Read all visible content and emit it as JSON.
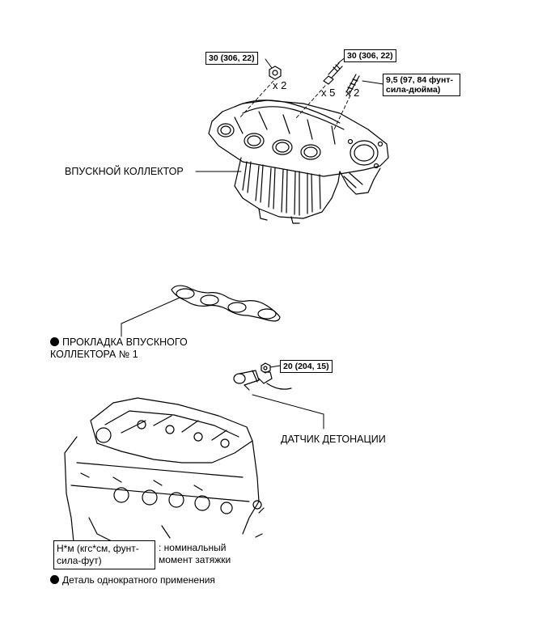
{
  "torque_specs": {
    "nut_manifold": "30 (306, 22)",
    "bolt_manifold": "30 (306, 22)",
    "stud": "9,5 (97, 84 фунт-сила-дюйма)",
    "knock_sensor_nut": "20 (204, 15)"
  },
  "quantities": {
    "nut": "x 2",
    "bolt": "x 5",
    "stud": "x 2"
  },
  "parts": {
    "intake_manifold": "ВПУСКНОЙ КОЛЛЕКТОР",
    "gasket": "ПРОКЛАДКА ВПУСКНОГО КОЛЛЕКТОРА № 1",
    "knock_sensor": "ДАТЧИК ДЕТОНАЦИИ"
  },
  "legend": {
    "torque_units": "Н*м (кгс*см, фунт-сила-фут)",
    "torque_meaning": ": номинальный момент затяжки",
    "non_reusable": "Деталь однократного применения"
  }
}
